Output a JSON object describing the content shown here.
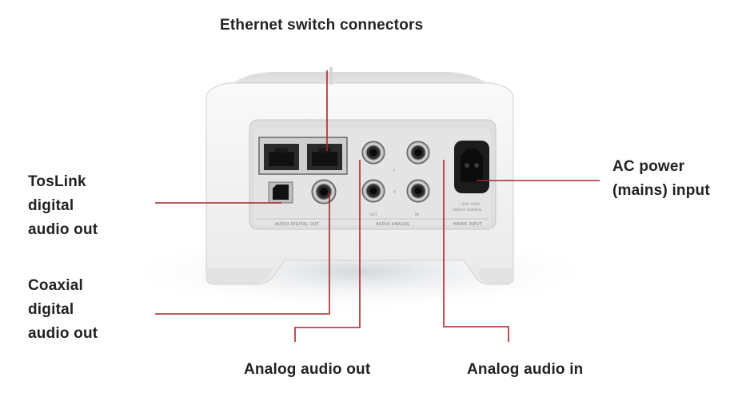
{
  "labels": {
    "ethernet": "Ethernet switch connectors",
    "toslink": [
      "TosLink",
      "digital",
      "audio out"
    ],
    "coaxial": [
      "Coaxial",
      "digital",
      "audio out"
    ],
    "analog_out": "Analog audio out",
    "analog_in": "Analog audio in",
    "ac_power": [
      "AC power",
      "(mains) input"
    ]
  },
  "panel": {
    "audio_digital_out": "AUDIO DIGITAL OUT",
    "audio_analog": "AUDIO ANALOG",
    "mains_input": "MAINS INPUT",
    "jack_l": "L",
    "jack_r": "R",
    "jack_out": "OUT",
    "jack_in": "IN",
    "mains_rating_1": "~100–240V",
    "mains_rating_2": "100mA  50/60Hz"
  },
  "colors": {
    "leader_line": "#a8262b",
    "label_text": "#222222",
    "device_body": "#f4f4f4",
    "panel_bg": "#dedede"
  }
}
